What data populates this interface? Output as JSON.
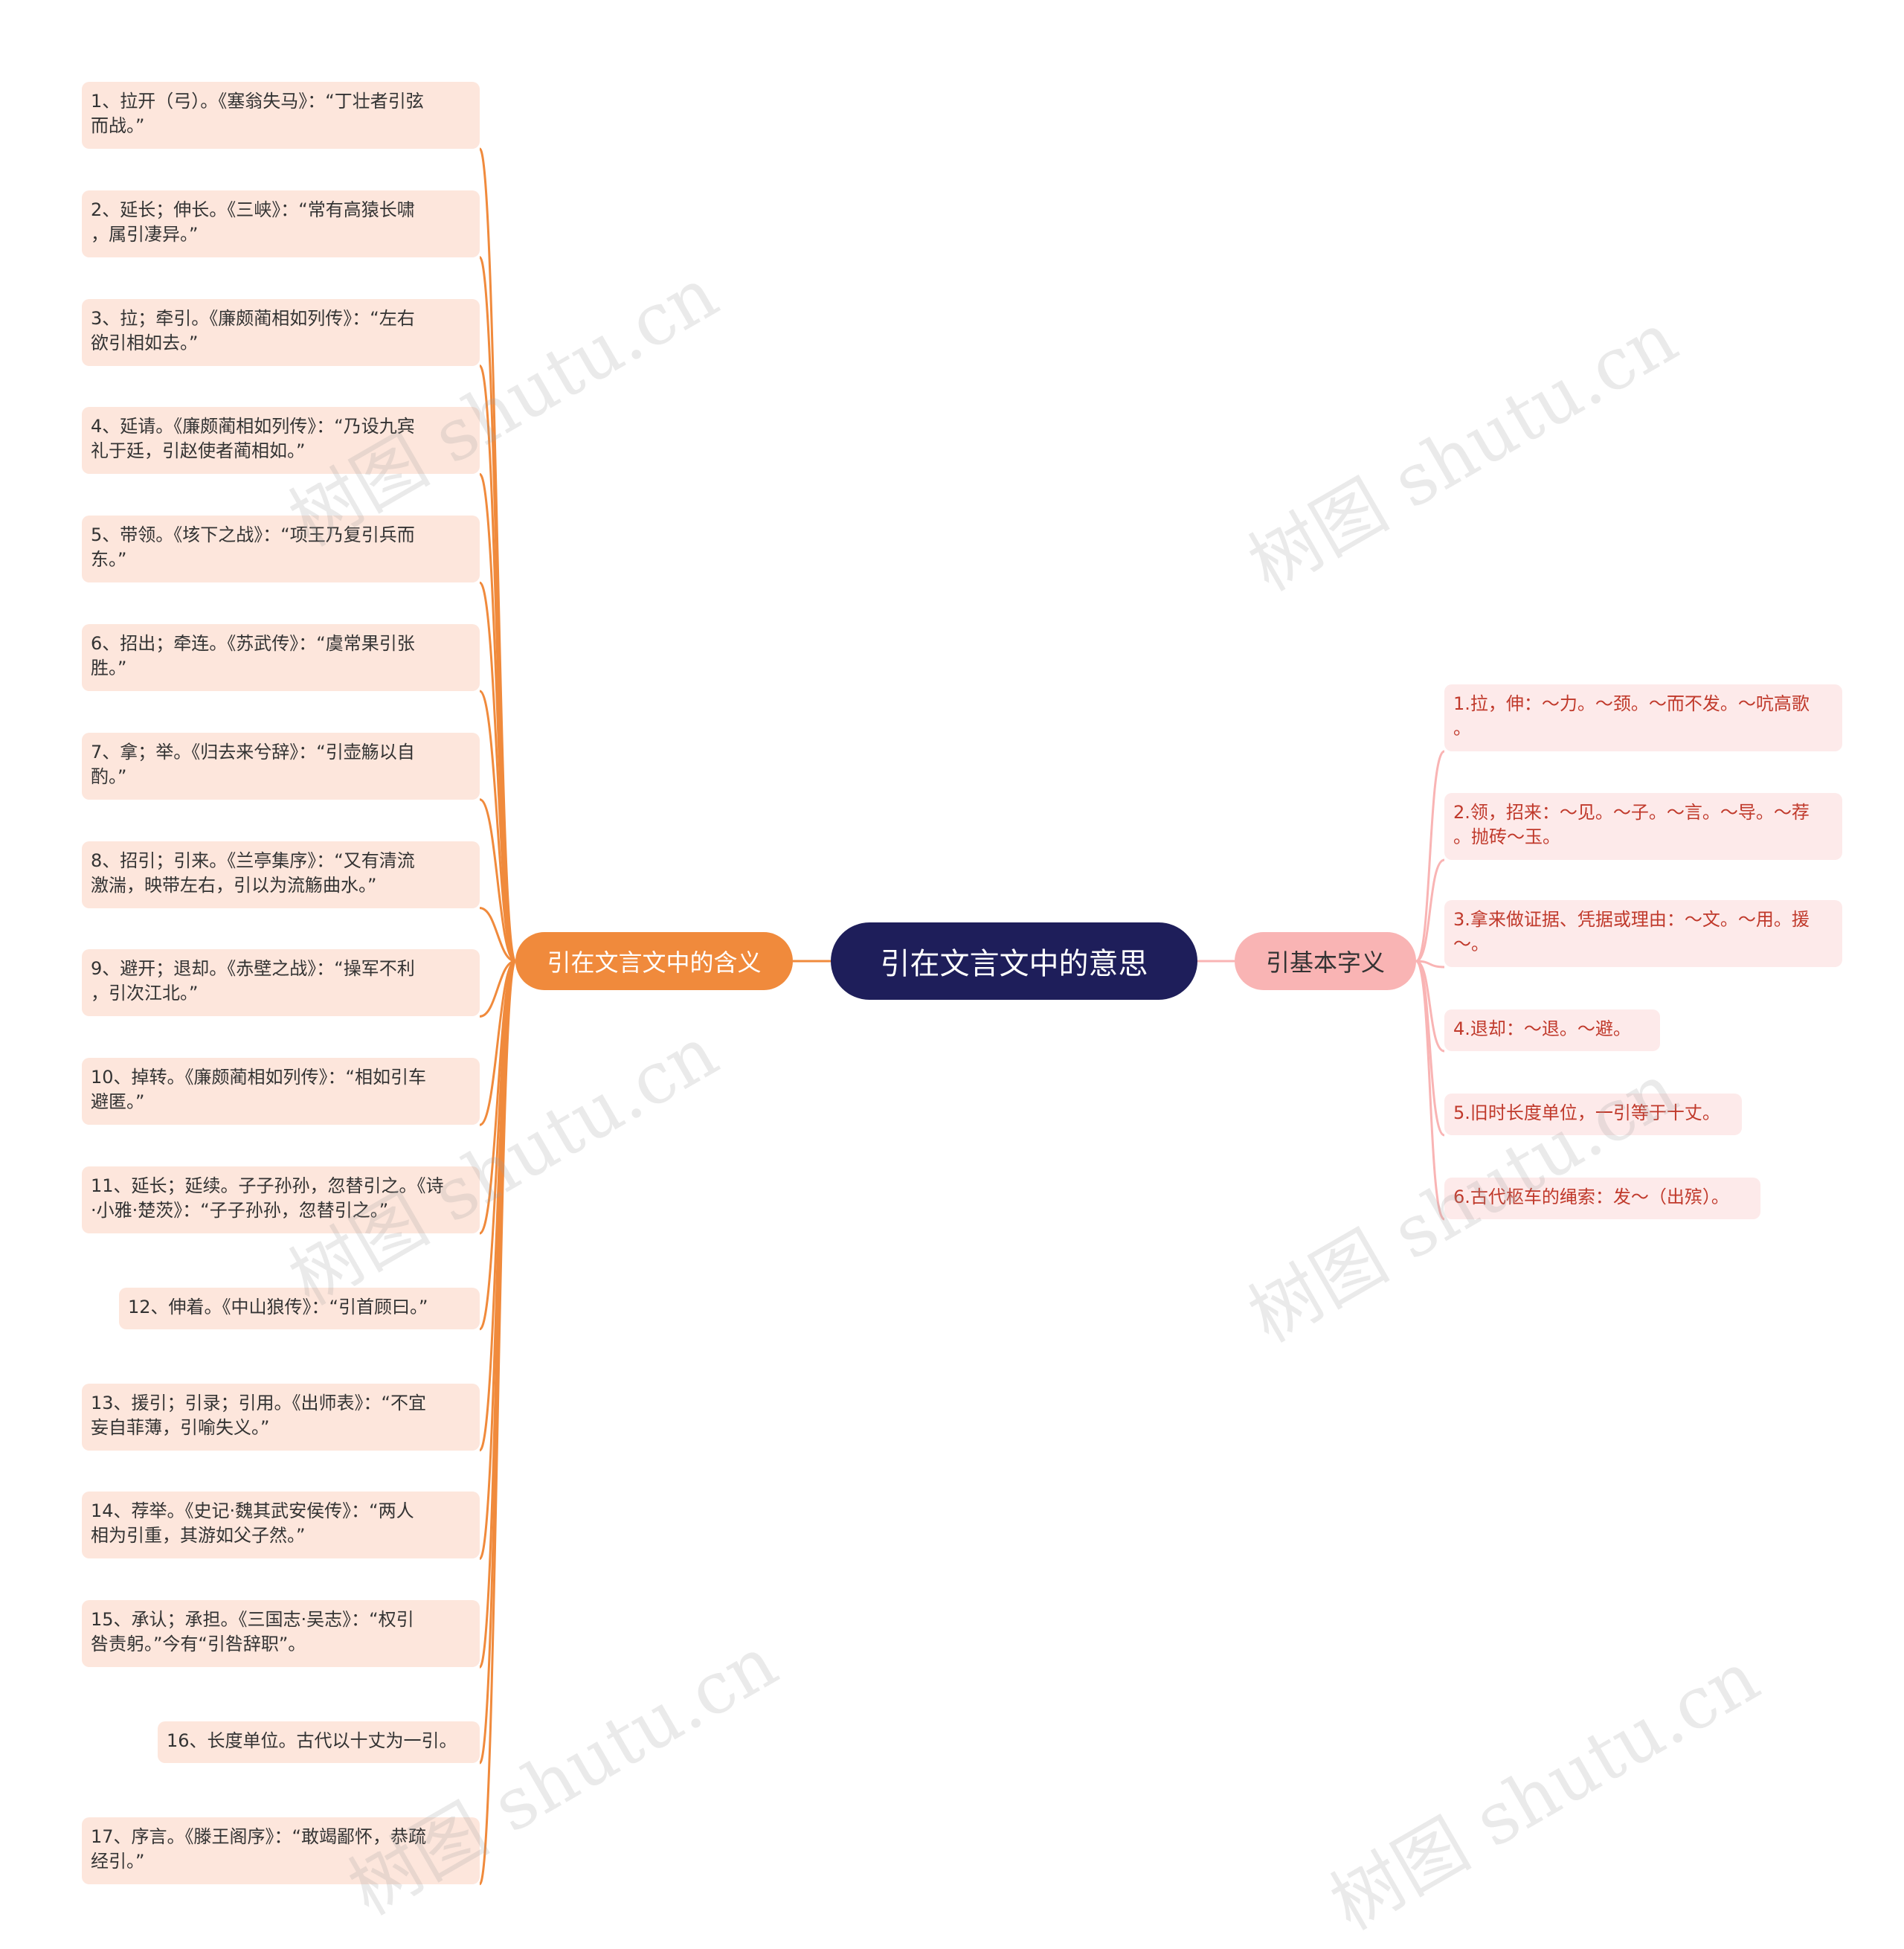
{
  "root": {
    "label": "引在文言文中的意思"
  },
  "colors": {
    "root_bg": "#1e1e5a",
    "left_branch": "#f08a3c",
    "left_leaf_bg": "#fde6dc",
    "right_branch": "#f9b4b4",
    "right_leaf_bg": "#fdeaea",
    "right_leaf_text": "#c0392b"
  },
  "left_branch": {
    "label": "引在文言文中的含义",
    "items": [
      [
        "1、拉开（弓）。《塞翁失马》：“丁壮者引弦",
        "而战。”"
      ],
      [
        "2、延长；伸长。《三峡》：“常有高猿长啸",
        "，属引凄异。”"
      ],
      [
        "3、拉；牵引。《廉颇蔺相如列传》：“左右",
        "欲引相如去。”"
      ],
      [
        "4、延请。《廉颇蔺相如列传》：“乃设九宾",
        "礼于廷，引赵使者蔺相如。”"
      ],
      [
        "5、带领。《垓下之战》：“项王乃复引兵而",
        "东。”"
      ],
      [
        "6、招出；牵连。《苏武传》：“虞常果引张",
        "胜。”"
      ],
      [
        "7、拿；举。《归去来兮辞》：“引壶觞以自",
        "酌。”"
      ],
      [
        "8、招引；引来。《兰亭集序》：“又有清流",
        "激湍，映带左右，引以为流觞曲水。”"
      ],
      [
        "9、避开；退却。《赤壁之战》：“操军不利",
        "，引次江北。”"
      ],
      [
        "10、掉转。《廉颇蔺相如列传》：“相如引车",
        "避匿。”"
      ],
      [
        "11、延长；延续。子子孙孙，忽替引之。《诗",
        "·小雅·楚茨》：“子子孙孙，忽替引之。”"
      ],
      [
        "12、伸着。《中山狼传》：“引首顾曰。”"
      ],
      [
        "13、援引；引录；引用。《出师表》：“不宜",
        "妄自菲薄，引喻失义。”"
      ],
      [
        "14、荐举。《史记·魏其武安侯传》：“两人",
        "相为引重，其游如父子然。”"
      ],
      [
        "15、承认；承担。《三国志·吴志》：“权引",
        "咎责躬。”今有“引咎辞职”。"
      ],
      [
        "16、长度单位。古代以十丈为一引。"
      ],
      [
        "17、序言。《滕王阁序》：“敢竭鄙怀，恭疏",
        "经引。”"
      ]
    ]
  },
  "right_branch": {
    "label": "引基本字义",
    "items": [
      [
        "1.拉，伸：～力。～颈。～而不发。～吭高歌",
        "。"
      ],
      [
        "2.领，招来：～见。～子。～言。～导。～荐",
        "。抛砖～玉。"
      ],
      [
        "3.拿来做证据、凭据或理由：～文。～用。援",
        "～。"
      ],
      [
        "4.退却：～退。～避。"
      ],
      [
        "5.旧时长度单位，一引等于十丈。"
      ],
      [
        "6.古代柩车的绳索：发～（出殡）。"
      ]
    ]
  },
  "watermark": "树图 shutu.cn"
}
